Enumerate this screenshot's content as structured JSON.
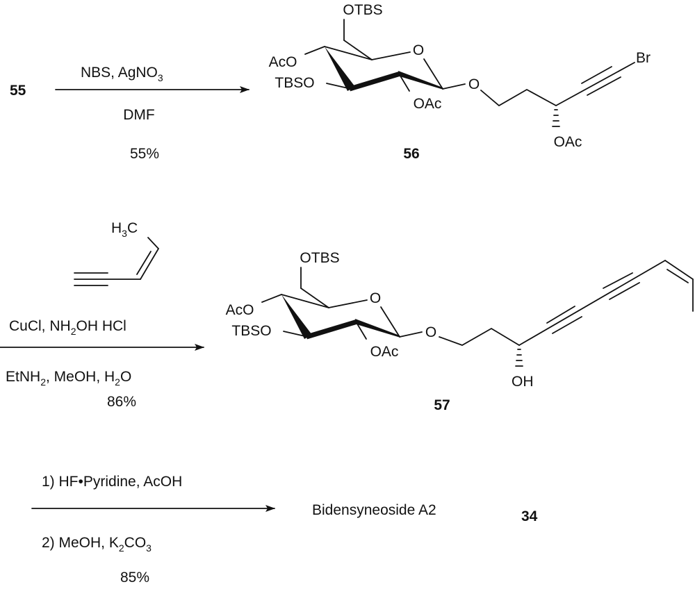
{
  "step1": {
    "start_compound": "55",
    "reagent_above": {
      "a": "NBS, AgNO",
      "sub": "3"
    },
    "reagent_below": "DMF",
    "yield": "55%"
  },
  "compound56": {
    "label": "56",
    "groups": {
      "c6": "OTBS",
      "c4": "AcO",
      "c3": "TBSO",
      "c2": "OAc",
      "ring_o": "O",
      "glyco_o": "O",
      "side_oac": "OAc",
      "halogen": "Br"
    }
  },
  "step2": {
    "reagent_structure": {
      "h": "H",
      "sub": "3",
      "c": "C"
    },
    "reagent_above": {
      "a": "CuCl, NH",
      "sub": "2",
      "b": "OH HCl"
    },
    "reagent_below": {
      "a": "EtNH",
      "sub1": "2",
      "b": ", MeOH, H",
      "sub2": "2",
      "c": "O"
    },
    "yield": "86%"
  },
  "compound57": {
    "label": "57",
    "groups": {
      "c6": "OTBS",
      "c4": "AcO",
      "c3": "TBSO",
      "c2": "OAc",
      "ring_o": "O",
      "glyco_o": "O",
      "side_oh": "OH"
    }
  },
  "step3": {
    "reagent_above": "1) HF•Pyridine, AcOH",
    "reagent_below": {
      "a": "2) MeOH, K",
      "sub1": "2",
      "b": "CO",
      "sub2": "3"
    },
    "yield": "85%",
    "product_name": "Bidensyneoside A2",
    "product_label": "34"
  }
}
